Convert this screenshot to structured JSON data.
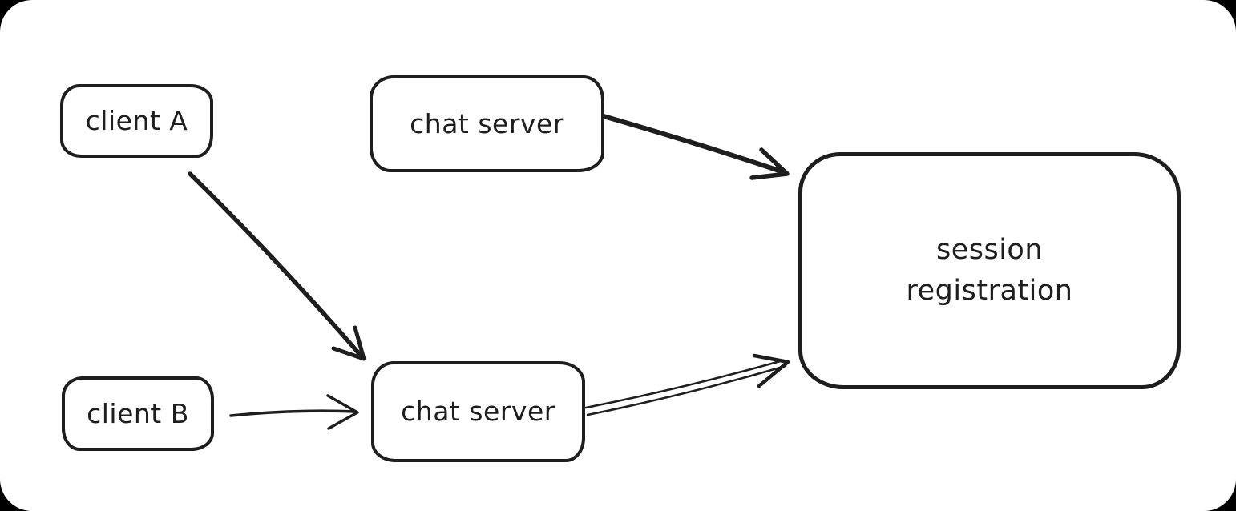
{
  "canvas": {
    "background_color": "#ffffff",
    "outer_color": "#000000",
    "stroke_color": "#1e1e1e",
    "style": "hand-drawn whiteboard diagram"
  },
  "nodes": [
    {
      "id": "client-a",
      "label": "client A"
    },
    {
      "id": "chat-server-1",
      "label": "chat server"
    },
    {
      "id": "client-b",
      "label": "client B"
    },
    {
      "id": "chat-server-2",
      "label": "chat server"
    },
    {
      "id": "session-registration",
      "label": "session registration"
    }
  ],
  "edges": [
    {
      "from": "client-a",
      "to": "chat-server-2",
      "style": "solid-thick",
      "arrowhead": "open-v"
    },
    {
      "from": "chat-server-1",
      "to": "session-registration",
      "style": "solid-thick",
      "arrowhead": "open-v"
    },
    {
      "from": "client-b",
      "to": "chat-server-2",
      "style": "solid-thin",
      "arrowhead": "open-v"
    },
    {
      "from": "chat-server-2",
      "to": "session-registration",
      "style": "double-line",
      "arrowhead": "open-v"
    }
  ]
}
